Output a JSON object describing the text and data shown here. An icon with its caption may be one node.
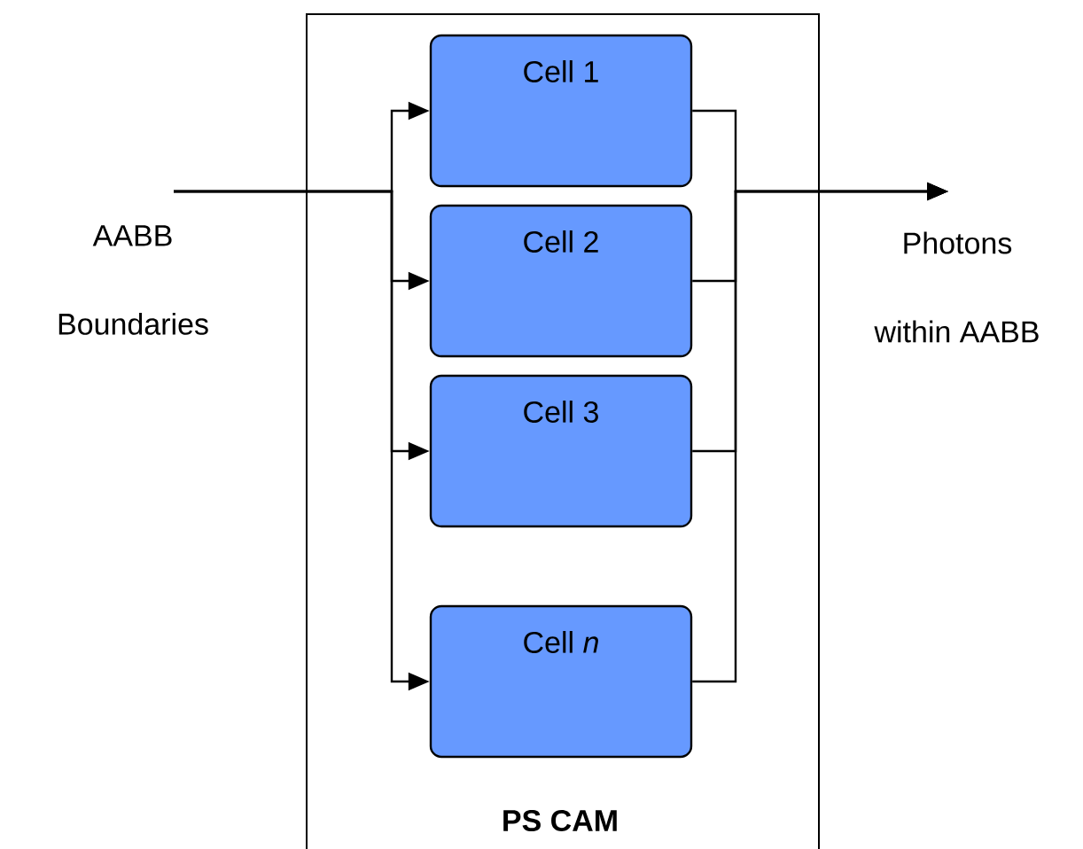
{
  "diagram": {
    "nodes": [
      {
        "text": [
          "PS CAM"
        ]
      },
      {
        "text": [
          "Cell 1"
        ],
        "in": 0
      },
      {
        "text": [
          "Cell 2"
        ],
        "in": 0
      },
      {
        "text": [
          "Cell 3"
        ],
        "in": 0
      },
      {
        "text": [
          "Cell *n*"
        ],
        "in": 0
      },
      {
        "text": [
          "AABB Boundaries"
        ]
      },
      {
        "text": [
          "Photons within AABB"
        ]
      }
    ],
    "edges": [
      {
        "from": 5,
        "to": 1,
        "arrow": "to"
      },
      {
        "from": 5,
        "to": 2,
        "arrow": "to"
      },
      {
        "from": 5,
        "to": 3,
        "arrow": "to"
      },
      {
        "from": 5,
        "to": 4,
        "arrow": "to"
      },
      {
        "from": 1,
        "to": 6,
        "arrow": "to"
      },
      {
        "from": 2,
        "to": 6,
        "arrow": "to"
      },
      {
        "from": 3,
        "to": 6,
        "arrow": "to"
      },
      {
        "from": 4,
        "to": 6,
        "arrow": "to"
      }
    ]
  }
}
